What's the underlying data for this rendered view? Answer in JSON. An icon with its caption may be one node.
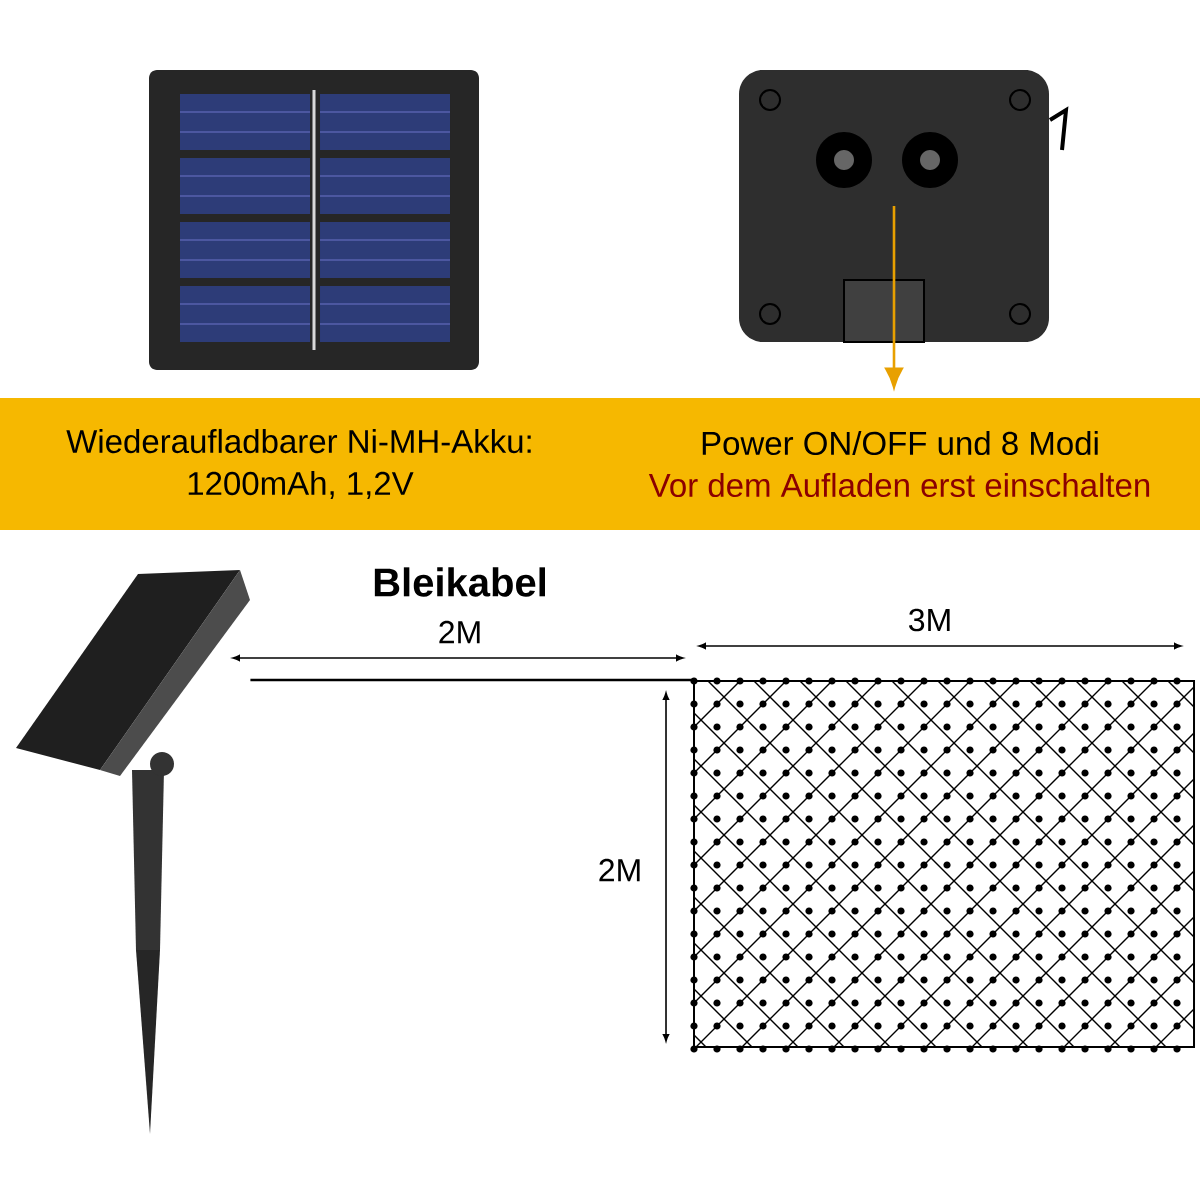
{
  "diagram": {
    "nodes": [
      {
        "text": [],
        "shape": "picture"
      },
      {
        "text": [],
        "shape": "picture"
      },
      {
        "text": [
          "Wiederaufladbarer Ni-MH-Akku: 1200mAh, 1,2V",
          "Power ON/OFF und 8 Modi",
          "Vor dem Aufladen erst einschalten"
        ]
      },
      {
        "text": [],
        "shape": "picture"
      },
      {
        "text": [],
        "shape": "picture"
      }
    ],
    "edges": [
      {
        "from": 1,
        "to": 2,
        "arrow": "to",
        "color": "#e8a000"
      },
      {
        "from": 3,
        "to": 4,
        "arrow": "none",
        "label": "Bleikabel",
        "color": "#000000"
      }
    ],
    "labels": [
      "2M",
      "3M",
      "2M"
    ]
  }
}
